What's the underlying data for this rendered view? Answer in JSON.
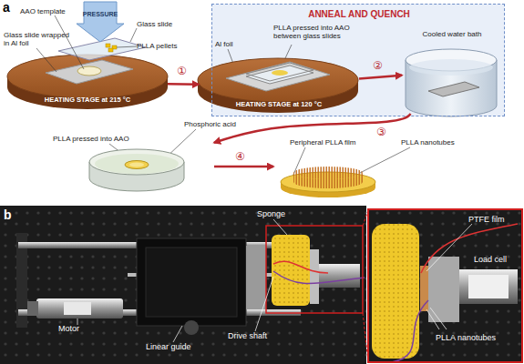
{
  "diagram": {
    "nodes": [
      {
        "text": [
          "HEATING STAGE at 215 °C"
        ]
      },
      {
        "text": [
          "ANNEAL AND QUENCH"
        ]
      },
      {
        "text": [
          "HEATING STAGE at 120 °C"
        ],
        "in": 1
      },
      {
        "text": [
          "Cooled water bath"
        ],
        "in": 1
      },
      {
        "text": [
          "PLLA pressed into AAO",
          "Phosphoric acid"
        ]
      },
      {
        "text": [
          "Peripheral PLLA film",
          "PLLA nanotubes"
        ]
      }
    ],
    "edges": [
      {
        "from": 0,
        "to": 2,
        "label": "①",
        "arrow": "to"
      },
      {
        "from": 2,
        "to": 3,
        "label": "②",
        "arrow": "to"
      },
      {
        "from": 3,
        "to": 4,
        "label": "③",
        "arrow": "to"
      },
      {
        "from": 4,
        "to": 5,
        "label": "④",
        "arrow": "to"
      }
    ],
    "labels": [
      "a",
      "AAO template",
      "PRESSURE",
      "Glass slide",
      "Glass slide wrapped in Al foil",
      "PLLA pellets",
      "Al foil",
      "PLLA pressed into AAO between glass slides",
      "b",
      "Sponge",
      "Motor",
      "Linear guide",
      "Drive shaft",
      "PTFE film",
      "Load cell",
      "PLLA nanotubes"
    ]
  }
}
